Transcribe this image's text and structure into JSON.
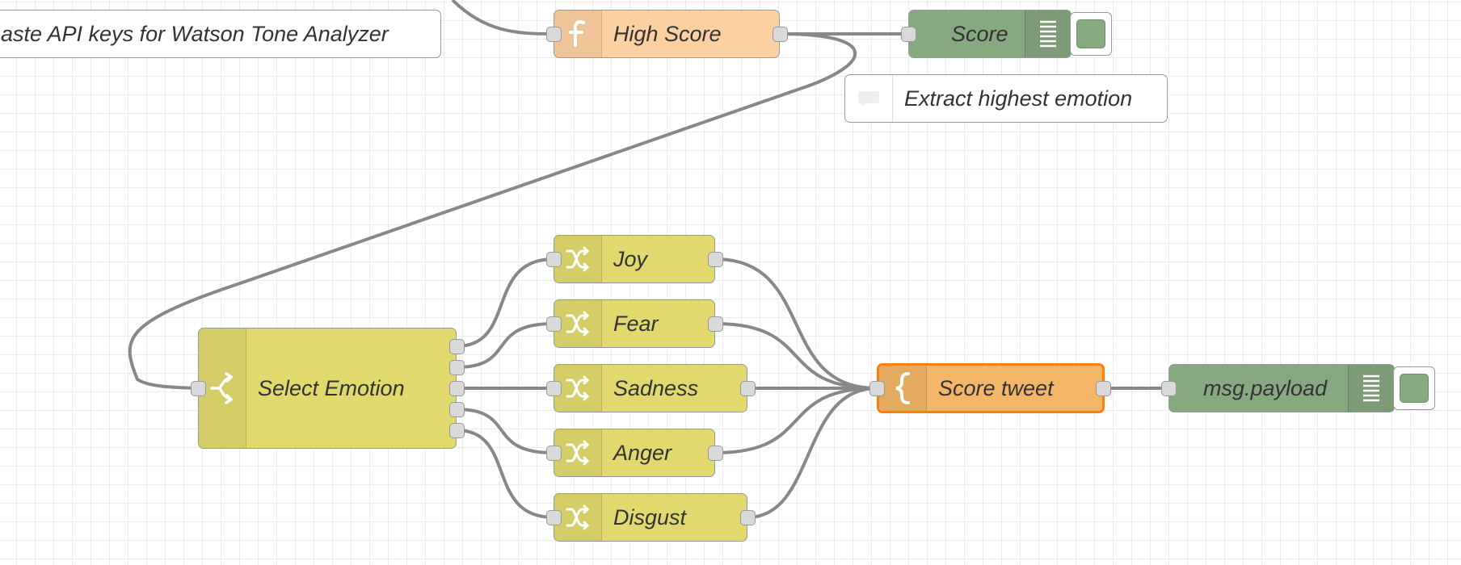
{
  "colors": {
    "function_node": "#fdd0a2",
    "switch_node": "#e2d96e",
    "change_node": "#e2d96e",
    "template_node": "#f3b567",
    "debug_node": "#87a980",
    "selected_border": "#ff7f0e",
    "wire": "#888888"
  },
  "comments": {
    "api_keys": "aste API keys for Watson Tone Analyzer",
    "extract": "Extract highest emotion"
  },
  "nodes": {
    "high_score": {
      "label": "High Score",
      "icon": "function-icon"
    },
    "score_debug": {
      "label": "Score",
      "icon": "list-icon"
    },
    "select_emotion": {
      "label": "Select Emotion",
      "icon": "switch-icon"
    },
    "joy": {
      "label": "Joy",
      "icon": "shuffle-icon"
    },
    "fear": {
      "label": "Fear",
      "icon": "shuffle-icon"
    },
    "sadness": {
      "label": "Sadness",
      "icon": "shuffle-icon"
    },
    "anger": {
      "label": "Anger",
      "icon": "shuffle-icon"
    },
    "disgust": {
      "label": "Disgust",
      "icon": "shuffle-icon"
    },
    "score_tweet": {
      "label": "Score tweet",
      "icon": "template-icon"
    },
    "payload_debug": {
      "label": "msg.payload",
      "icon": "list-icon"
    }
  }
}
